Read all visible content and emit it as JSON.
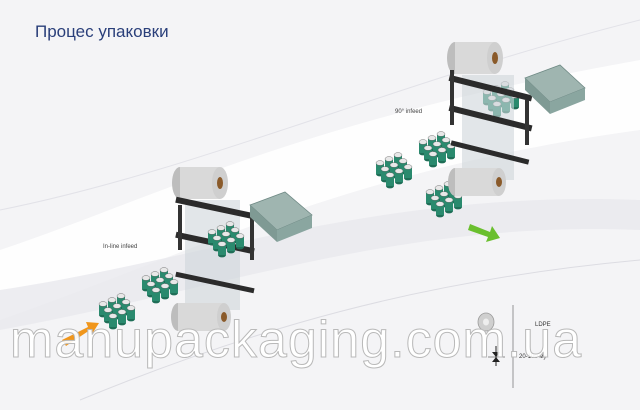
{
  "title": "Процес упаковки",
  "labels": {
    "inline": "In-line infeed",
    "ninety": "90° infeed",
    "film": "LDPE",
    "thickness": "20-100 му"
  },
  "watermark": "manupackaging.com.ua",
  "colors": {
    "title": "#2a3f7a",
    "can": "#2a8a6e",
    "arrow_orange": "#f0961c",
    "arrow_green": "#6abf2e",
    "roll": "#d9d9d9",
    "frame": "#2b2b2b"
  }
}
